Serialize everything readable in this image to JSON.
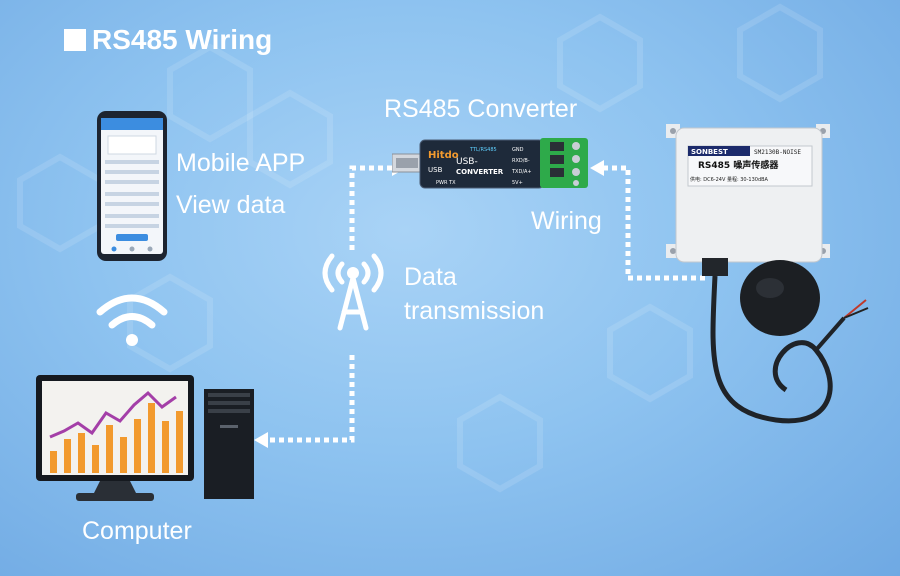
{
  "title": "RS485 Wiring",
  "labels": {
    "converter": "RS485 Converter",
    "mobile_line1": "Mobile APP",
    "mobile_line2": "View data",
    "wiring": "Wiring",
    "data_line1": "Data",
    "data_line2": "transmission",
    "computer": "Computer"
  },
  "converter_device": {
    "brand": "Hitdo",
    "usb": "USB",
    "line1": "USB-",
    "line2": "CONVERTER",
    "model": "TTL/RS485",
    "pins": [
      "GND",
      "RXD/B-",
      "TXD/A+",
      "5V+"
    ],
    "leds": "PWR  TX"
  },
  "sensor_device": {
    "brand": "SONBEST",
    "model": "SM2130B-NOISE",
    "name": "RS485 噪声传感器",
    "spec": "供电: DC6-24V  量程: 30-130dBA"
  },
  "colors": {
    "background": "#8ec3f0",
    "dotted_line": "#ffffff",
    "terminal_green": "#2eaa4a",
    "chart_orange": "#f29a2e",
    "chart_purple": "#a43fa8"
  }
}
